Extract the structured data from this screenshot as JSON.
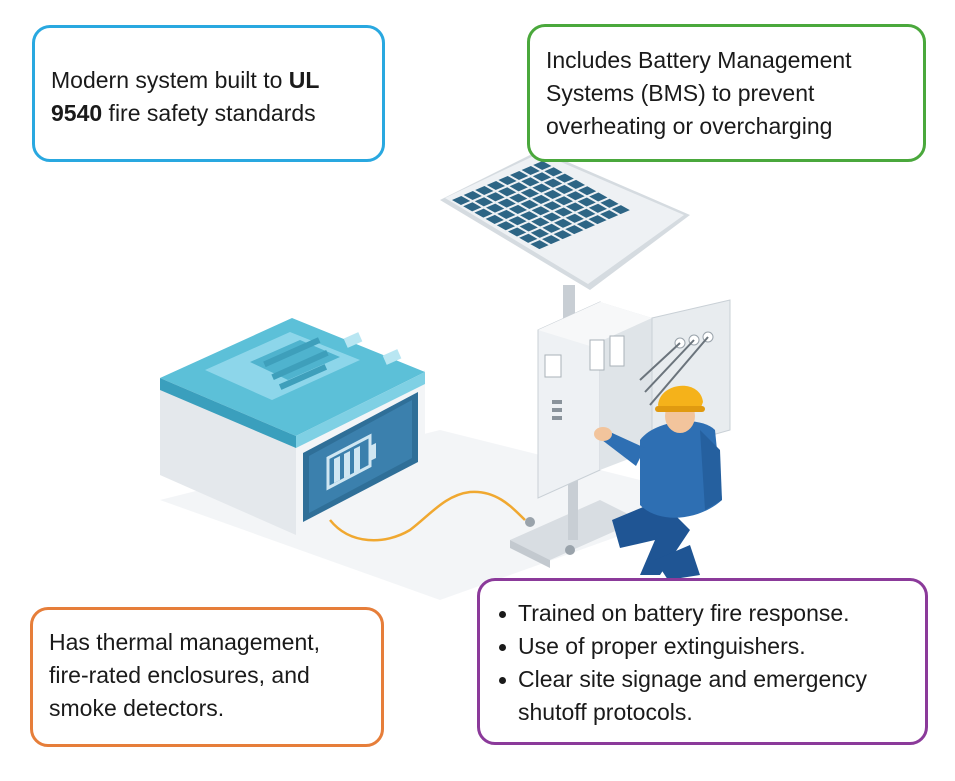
{
  "ul_box": {
    "text_a": "Modern system built to ",
    "bold_a": "UL",
    "bold_b": "9540",
    "text_b": " fire safety standards"
  },
  "bms_box": {
    "text": "Includes Battery Management Systems (BMS) to prevent overheating or overcharging"
  },
  "thermal_box": {
    "text": "Has thermal management, fire-rated enclosures, and smoke detectors."
  },
  "training_box": {
    "items": [
      "Trained on battery fire response.",
      "Use of proper extinguishers.",
      "Clear site signage and emergency shutoff protocols."
    ]
  },
  "colors": {
    "ul_border": "#29a8e0",
    "bms_border": "#4aa83c",
    "thermal_border": "#e67e3a",
    "training_border": "#8b3a9a",
    "battery_top": "#5cc0d8",
    "battery_body": "#f2f4f6",
    "battery_panel": "#2f6f98",
    "solar_cells": "#2d6585",
    "cable": "#f0a830",
    "worker_suit": "#2e6fb3",
    "helmet": "#f5b21a"
  },
  "icons": [
    "battery-level-icon",
    "solar-panel-icon",
    "control-cabinet-icon",
    "technician-icon"
  ]
}
